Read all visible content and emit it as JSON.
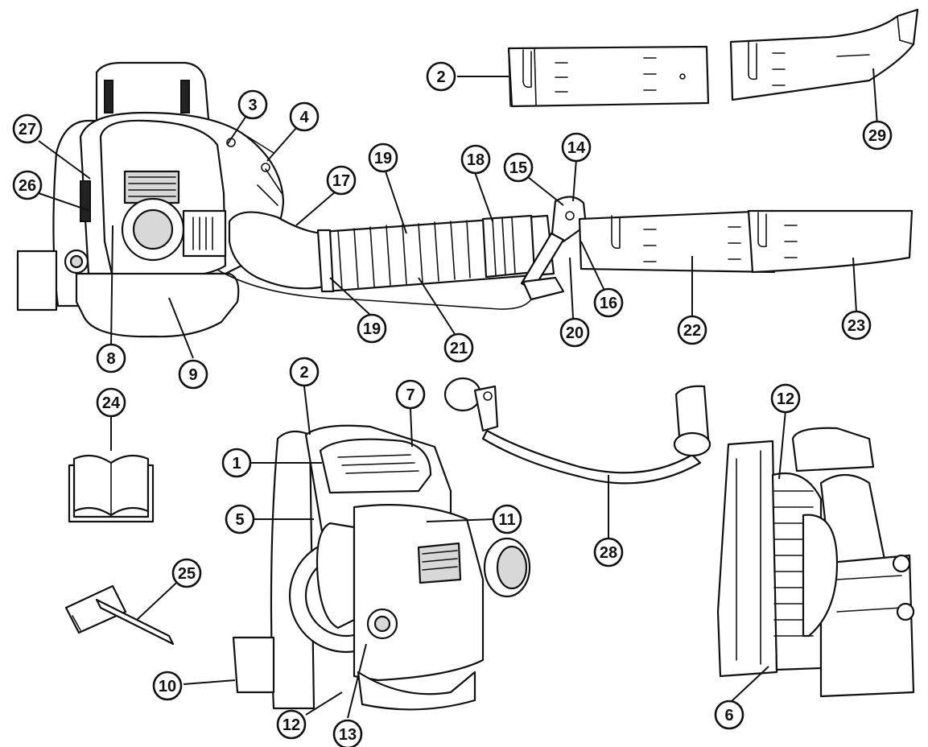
{
  "callouts": [
    {
      "id": "c2a",
      "label": "2"
    },
    {
      "id": "c29",
      "label": "29"
    },
    {
      "id": "c3",
      "label": "3"
    },
    {
      "id": "c4",
      "label": "4"
    },
    {
      "id": "c27",
      "label": "27"
    },
    {
      "id": "c26",
      "label": "26"
    },
    {
      "id": "c17",
      "label": "17"
    },
    {
      "id": "c19a",
      "label": "19"
    },
    {
      "id": "c18",
      "label": "18"
    },
    {
      "id": "c15",
      "label": "15"
    },
    {
      "id": "c14",
      "label": "14"
    },
    {
      "id": "c8",
      "label": "8"
    },
    {
      "id": "c9",
      "label": "9"
    },
    {
      "id": "c19b",
      "label": "19"
    },
    {
      "id": "c21",
      "label": "21"
    },
    {
      "id": "c20",
      "label": "20"
    },
    {
      "id": "c16",
      "label": "16"
    },
    {
      "id": "c22",
      "label": "22"
    },
    {
      "id": "c23",
      "label": "23"
    },
    {
      "id": "c2b",
      "label": "2"
    },
    {
      "id": "c7",
      "label": "7"
    },
    {
      "id": "c24",
      "label": "24"
    },
    {
      "id": "c1",
      "label": "1"
    },
    {
      "id": "c5",
      "label": "5"
    },
    {
      "id": "c11",
      "label": "11"
    },
    {
      "id": "c28",
      "label": "28"
    },
    {
      "id": "c12a",
      "label": "12"
    },
    {
      "id": "c25",
      "label": "25"
    },
    {
      "id": "c10",
      "label": "10"
    },
    {
      "id": "c12b",
      "label": "12"
    },
    {
      "id": "c13",
      "label": "13"
    },
    {
      "id": "c6",
      "label": "6"
    }
  ]
}
